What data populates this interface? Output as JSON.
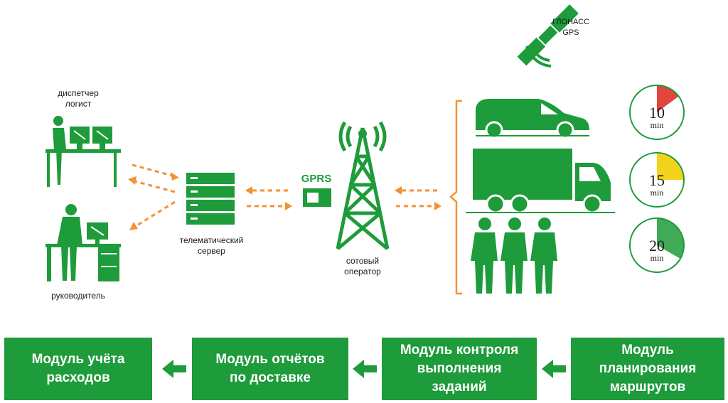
{
  "labels": {
    "dispatcher": "диспетчер\nлогист",
    "manager": "руководитель",
    "server": "телематический\nсервер",
    "operator": "сотовый\nоператор",
    "gprs": "GPRS",
    "satellite": "ГЛОНАСС\nGPS"
  },
  "timers": [
    {
      "value": "10",
      "unit": "min",
      "color": "#e0463c"
    },
    {
      "value": "15",
      "unit": "min",
      "color": "#f2d21b"
    },
    {
      "value": "20",
      "unit": "min",
      "color": "#1e9b3a"
    }
  ],
  "modules": [
    {
      "label": "Модуль  учёта\nрасходов"
    },
    {
      "label": "Модуль отчётов\nпо доставке"
    },
    {
      "label": "Модуль контроля\nвыполнения\nзаданий"
    },
    {
      "label": "Модуль\nпланирования\nмаршрутов"
    }
  ],
  "colors": {
    "green": "#1e9b3a",
    "arrow": "#f29233",
    "bracket": "#f29233"
  }
}
